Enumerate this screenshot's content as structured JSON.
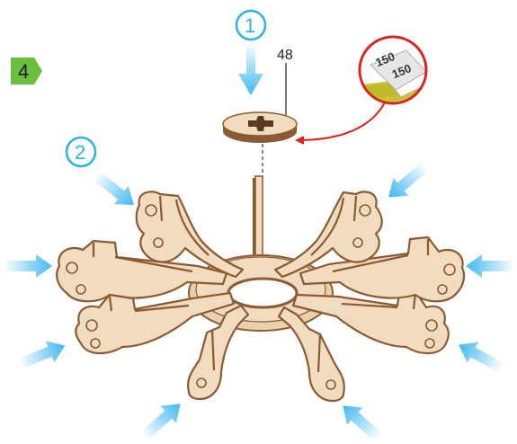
{
  "step": {
    "number": "4"
  },
  "callouts": [
    {
      "label": "1"
    },
    {
      "label": "2"
    }
  ],
  "part": {
    "number": "48"
  },
  "sandpaper": {
    "grit_front": "150",
    "grit_back": "150"
  },
  "colors": {
    "step_badge": "#6abf3f",
    "callout": "#2bb3e8",
    "arrow": "#3fb8ee",
    "wood_face": "#f1dcbf",
    "wood_edge": "#8b5a33",
    "leader": "#d9231c",
    "sandpaper_grit": "#c9c233"
  }
}
